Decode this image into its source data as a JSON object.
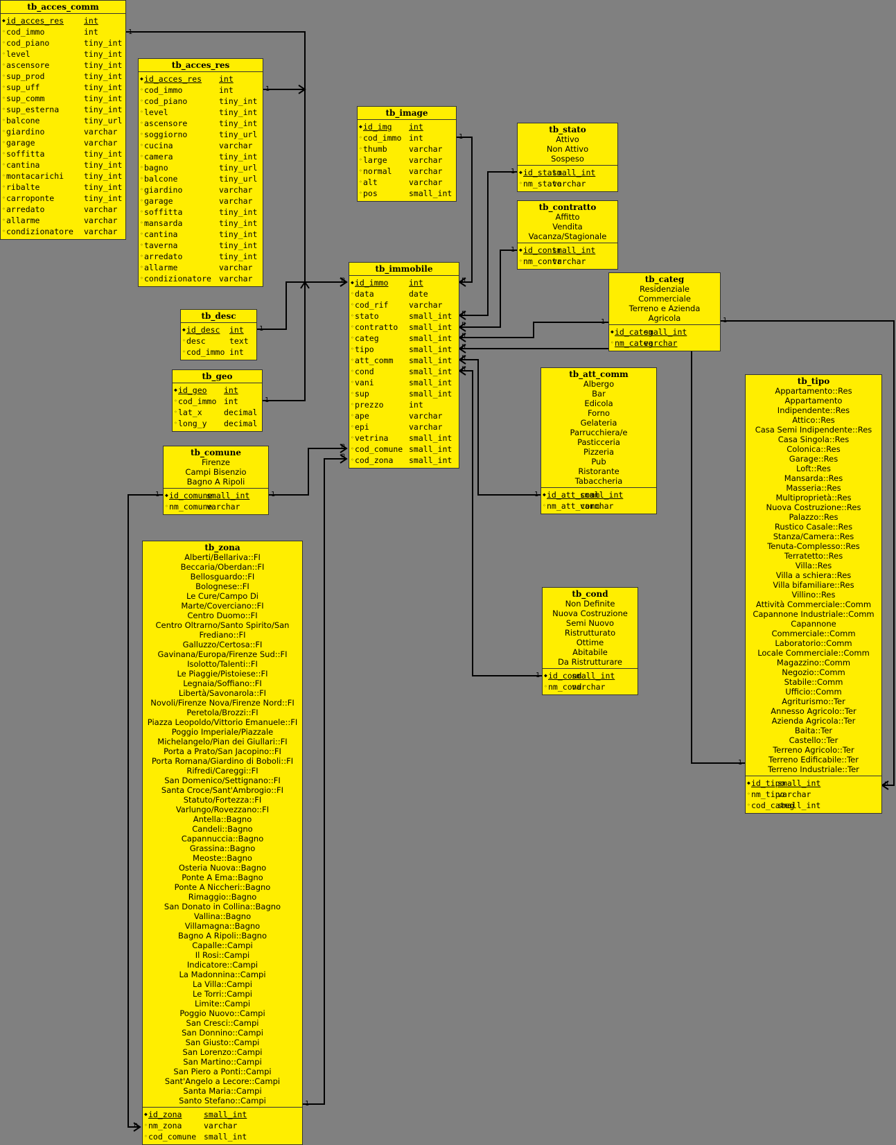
{
  "entities": {
    "tb_acces_comm": {
      "title": "tb_acces_comm",
      "fields": [
        {
          "name": "id_acces_res",
          "type": "int",
          "pk": true,
          "mark": "◆"
        },
        {
          "name": "cod_immo",
          "type": "int",
          "mark": "◦"
        },
        {
          "name": "cod_piano",
          "type": "tiny_int",
          "mark": "◦"
        },
        {
          "name": "level",
          "type": "tiny_int",
          "mark": "◦"
        },
        {
          "name": "ascensore",
          "type": "tiny_int",
          "mark": "◦"
        },
        {
          "name": "sup_prod",
          "type": "tiny_int",
          "mark": "◦"
        },
        {
          "name": "sup_uff",
          "type": "tiny_int",
          "mark": "◦"
        },
        {
          "name": "sup_comm",
          "type": "tiny_int",
          "mark": "◦"
        },
        {
          "name": "sup_esterna",
          "type": "tiny_int",
          "mark": "◦"
        },
        {
          "name": "balcone",
          "type": "tiny_url",
          "mark": "◦"
        },
        {
          "name": "giardino",
          "type": "varchar",
          "mark": "◦"
        },
        {
          "name": "garage",
          "type": "varchar",
          "mark": "◦"
        },
        {
          "name": "soffitta",
          "type": "tiny_int",
          "mark": "◦"
        },
        {
          "name": "cantina",
          "type": "tiny_int",
          "mark": "◦"
        },
        {
          "name": "montacarichi",
          "type": "tiny_int",
          "mark": "◦"
        },
        {
          "name": "ribalte",
          "type": "tiny_int",
          "mark": "◦"
        },
        {
          "name": "carroponte",
          "type": "tiny_int",
          "mark": "◦"
        },
        {
          "name": "arredato",
          "type": "varchar",
          "mark": "◦"
        },
        {
          "name": "allarme",
          "type": "varchar",
          "mark": "◦"
        },
        {
          "name": "condizionatore",
          "type": "varchar",
          "mark": "◦"
        }
      ]
    },
    "tb_acces_res": {
      "title": "tb_acces_res",
      "fields": [
        {
          "name": "id_acces_res",
          "type": "int",
          "pk": true,
          "mark": "◆"
        },
        {
          "name": "cod_immo",
          "type": "int",
          "mark": "◦"
        },
        {
          "name": "cod_piano",
          "type": "tiny_int",
          "mark": "◦"
        },
        {
          "name": "level",
          "type": "tiny_int",
          "mark": "◦"
        },
        {
          "name": "ascensore",
          "type": "tiny_int",
          "mark": "◦"
        },
        {
          "name": "soggiorno",
          "type": "tiny_url",
          "mark": "◦"
        },
        {
          "name": "cucina",
          "type": "varchar",
          "mark": "◦"
        },
        {
          "name": "camera",
          "type": "tiny_int",
          "mark": "◦"
        },
        {
          "name": "bagno",
          "type": "tiny_url",
          "mark": "◦"
        },
        {
          "name": "balcone",
          "type": "tiny_url",
          "mark": "◦"
        },
        {
          "name": "giardino",
          "type": "varchar",
          "mark": "◦"
        },
        {
          "name": "garage",
          "type": "varchar",
          "mark": "◦"
        },
        {
          "name": "soffitta",
          "type": "tiny_int",
          "mark": "◦"
        },
        {
          "name": "mansarda",
          "type": "tiny_int",
          "mark": "◦"
        },
        {
          "name": "cantina",
          "type": "tiny_int",
          "mark": "◦"
        },
        {
          "name": "taverna",
          "type": "tiny_int",
          "mark": "◦"
        },
        {
          "name": "arredato",
          "type": "tiny_int",
          "mark": "◦"
        },
        {
          "name": "allarme",
          "type": "varchar",
          "mark": "◦"
        },
        {
          "name": "condizionatore",
          "type": "varchar",
          "mark": "◦"
        }
      ]
    },
    "tb_image": {
      "title": "tb_image",
      "fields": [
        {
          "name": "id_img",
          "type": "int",
          "pk": true,
          "mark": "◆"
        },
        {
          "name": "cod_immo",
          "type": "int",
          "mark": "◦"
        },
        {
          "name": "thumb",
          "type": "varchar",
          "mark": "◦"
        },
        {
          "name": "large",
          "type": "varchar",
          "mark": "◦"
        },
        {
          "name": "normal",
          "type": "varchar",
          "mark": "◦"
        },
        {
          "name": "alt",
          "type": "varchar",
          "mark": "◦"
        },
        {
          "name": "pos",
          "type": "small_int",
          "mark": "◦"
        }
      ]
    },
    "tb_stato": {
      "title": "tb_stato",
      "values": [
        "Attivo",
        "Non Attivo",
        "Sospeso"
      ],
      "fields": [
        {
          "name": "id_stato",
          "type": "small_int",
          "pk": true,
          "mark": "◆"
        },
        {
          "name": "nm_stato",
          "type": "varchar",
          "mark": "◦"
        }
      ]
    },
    "tb_contratto": {
      "title": "tb_contratto",
      "values": [
        "Affitto",
        "Vendita",
        "Vacanza/Stagionale"
      ],
      "fields": [
        {
          "name": "id_contr",
          "type": "small_int",
          "pk": true,
          "mark": "◆"
        },
        {
          "name": "nm_contr",
          "type": "varchar",
          "mark": "◦"
        }
      ]
    },
    "tb_categ": {
      "title": "tb_categ",
      "values": [
        "Residenziale",
        "Commerciale",
        "Terreno e Azienda Agricola"
      ],
      "fields": [
        {
          "name": "id_categ",
          "type": "small_int",
          "pk": true,
          "mark": "◆"
        },
        {
          "name": "nm_categ",
          "type": "varchar",
          "pk": true,
          "mark": "◦"
        }
      ]
    },
    "tb_immobile": {
      "title": "tb_immobile",
      "fields": [
        {
          "name": "id_immo",
          "type": "int",
          "pk": true,
          "mark": "◆"
        },
        {
          "name": "data",
          "type": "date",
          "mark": "◦"
        },
        {
          "name": "cod_rif",
          "type": "varchar",
          "mark": "◦"
        },
        {
          "name": "stato",
          "type": "small_int",
          "mark": "◦"
        },
        {
          "name": "contratto",
          "type": "small_int",
          "mark": "◦"
        },
        {
          "name": "categ",
          "type": "small_int",
          "mark": "◦"
        },
        {
          "name": "tipo",
          "type": "small_int",
          "mark": "◦"
        },
        {
          "name": "att_comm",
          "type": "small_int",
          "mark": "◦"
        },
        {
          "name": "cond",
          "type": "small_int",
          "mark": "◦"
        },
        {
          "name": "vani",
          "type": "small_int",
          "mark": "◦"
        },
        {
          "name": "sup",
          "type": "small_int",
          "mark": "◦"
        },
        {
          "name": "prezzo",
          "type": "int",
          "mark": "◦"
        },
        {
          "name": "ape",
          "type": "varchar",
          "mark": "◦"
        },
        {
          "name": "epi",
          "type": "varchar",
          "mark": "◦"
        },
        {
          "name": "vetrina",
          "type": "small_int",
          "mark": "◦"
        },
        {
          "name": "cod_comune",
          "type": "small_int",
          "mark": "◦"
        },
        {
          "name": "cod_zona",
          "type": "small_int",
          "mark": "◦"
        }
      ]
    },
    "tb_desc": {
      "title": "tb_desc",
      "fields": [
        {
          "name": "id_desc",
          "type": "int",
          "pk": true,
          "mark": "◆"
        },
        {
          "name": "desc",
          "type": "text",
          "mark": "◦"
        },
        {
          "name": "cod_immo",
          "type": "int",
          "mark": "◦"
        }
      ]
    },
    "tb_geo": {
      "title": "tb_geo",
      "fields": [
        {
          "name": "id_geo",
          "type": "int",
          "pk": true,
          "mark": "◆"
        },
        {
          "name": "cod_immo",
          "type": "int",
          "mark": "◦"
        },
        {
          "name": "lat_x",
          "type": "decimal",
          "mark": "◦"
        },
        {
          "name": "long_y",
          "type": "decimal",
          "mark": "◦"
        }
      ]
    },
    "tb_comune": {
      "title": "tb_comune",
      "values": [
        "Firenze",
        "Campi Bisenzio",
        "Bagno A Ripoli"
      ],
      "fields": [
        {
          "name": "id_comune",
          "type": "small_int",
          "pk": true,
          "mark": "◆"
        },
        {
          "name": "nm_comune",
          "type": "varchar",
          "mark": "◦"
        }
      ]
    },
    "tb_att_comm": {
      "title": "tb_att_comm",
      "values": [
        "Albergo",
        "Bar",
        "Edicola",
        "Forno",
        "Gelateria",
        "Parrucchiera/e",
        "Pasticceria",
        "Pizzeria",
        "Pub",
        "Ristorante",
        "Tabaccheria"
      ],
      "fields": [
        {
          "name": "id_att_comm",
          "type": "small_int",
          "pk": true,
          "mark": "◆"
        },
        {
          "name": "nm_att_comm",
          "type": "varchar",
          "mark": "◦"
        }
      ]
    },
    "tb_cond": {
      "title": "tb_cond",
      "values": [
        "Non Definite",
        "Nuova Costruzione",
        "Semi Nuovo",
        "Ristrutturato",
        "Ottime",
        "Abitabile",
        "Da Ristrutturare"
      ],
      "fields": [
        {
          "name": "id_cond",
          "type": "small_int",
          "pk": true,
          "mark": "◆"
        },
        {
          "name": "nm_cond",
          "type": "varchar",
          "mark": "◦"
        }
      ]
    },
    "tb_tipo": {
      "title": "tb_tipo",
      "values": [
        "Appartamento::Res",
        "Appartamento Indipendente::Res",
        "Attico::Res",
        "Casa Semi Indipendente::Res",
        "Casa Singola::Res",
        "Colonica::Res",
        "Garage::Res",
        "Loft::Res",
        "Mansarda::Res",
        "Masseria::Res",
        "Multiproprietà::Res",
        "Nuova Costruzione::Res",
        "Palazzo::Res",
        "Rustico Casale::Res",
        "Stanza/Camera::Res",
        "Tenuta-Complesso::Res",
        "Terratetto::Res",
        "Villa::Res",
        "Villa a schiera::Res",
        "Villa bifamiliare::Res",
        "Villino::Res",
        "Attività Commerciale::Comm",
        "Capannone Industriale::Comm",
        "Capannone Commerciale::Comm",
        "Laboratorio::Comm",
        "Locale Commerciale::Comm",
        "Magazzino::Comm",
        "Negozio::Comm",
        "Stabile::Comm",
        "Ufficio::Comm",
        "Agriturismo::Ter",
        "Annesso Agricolo::Ter",
        "Azienda Agricola::Ter",
        "Baita::Ter",
        "Castello::Ter",
        "Terreno Agricolo::Ter",
        "Terreno Edificabile::Ter",
        "Terreno Industriale::Ter"
      ],
      "fields": [
        {
          "name": "id_tipo",
          "type": "small_int",
          "pk": true,
          "mark": "◆"
        },
        {
          "name": "nm_tipo",
          "type": "varchar",
          "mark": "◦"
        },
        {
          "name": "cod_categ",
          "type": "small_int",
          "mark": "◦"
        }
      ]
    },
    "tb_zona": {
      "title": "tb_zona",
      "values": [
        "Alberti/Bellariva::FI",
        "Beccaria/Oberdan::FI",
        "Bellosguardo::FI",
        "Bolognese::FI",
        "Le Cure/Campo Di Marte/Coverciano::FI",
        "Centro Duomo::FI",
        "Centro Oltrarno/Santo Spirito/San",
        "Frediano::FI",
        "Galluzzo/Certosa::FI",
        "Gavinana/Europa/Firenze Sud::FI",
        "Isolotto/Talenti::FI",
        "Le Piaggie/Pistoiese::FI",
        "Legnaia/Soffiano::FI",
        "Libertà/Savonarola::FI",
        "Novoli/Firenze Nova/Firenze Nord::FI",
        "Peretola/Brozzi::FI",
        "Piazza Leopoldo/Vittorio Emanuele::FI",
        "Poggio Imperiale/Piazzale",
        "Michelangelo/Pian dei Giullari::FI",
        "Porta a Prato/San Jacopino::FI",
        "Porta Romana/Giardino di Boboli::FI",
        "Rifredi/Careggi::FI",
        "San Domenico/Settignano::FI",
        "Santa Croce/Sant'Ambrogio::FI",
        "Statuto/Fortezza::FI",
        "Varlungo/Rovezzano::FI",
        "Antella::Bagno",
        "Candeli::Bagno",
        "Capannuccia::Bagno",
        "Grassina::Bagno",
        "Meoste::Bagno",
        "Osteria Nuova::Bagno",
        "Ponte A Ema::Bagno",
        "Ponte A Niccheri::Bagno",
        "Rimaggio::Bagno",
        "San Donato in Collina::Bagno",
        "Vallina::Bagno",
        "Villamagna::Bagno",
        "Bagno A Ripoli::Bagno",
        "Capalle::Campi",
        "Il Rosi::Campi",
        "Indicatore::Campi",
        "La Madonnina::Campi",
        "La Villa::Campi",
        "Le Torri::Campi",
        "Limite::Campi",
        "Poggio Nuovo::Campi",
        "San Cresci::Campi",
        "San Donnino::Campi",
        "San Giusto::Campi",
        "San Lorenzo::Campi",
        "San Martino::Campi",
        "San Piero a Ponti::Campi",
        "Sant'Angelo a Lecore::Campi",
        "Santa Maria::Campi",
        "Santo Stefano::Campi"
      ],
      "fields": [
        {
          "name": "id_zona",
          "type": "small_int",
          "pk": true,
          "mark": "◆"
        },
        {
          "name": "nm_zona",
          "type": "varchar",
          "mark": "◦"
        },
        {
          "name": "cod_comune",
          "type": "small_int",
          "mark": "◦"
        }
      ]
    }
  },
  "relations": [
    {
      "from": "tb_acces_comm",
      "to": "tb_immobile",
      "from_card": "1",
      "to_card": "n"
    },
    {
      "from": "tb_acces_res",
      "to": "tb_immobile",
      "from_card": "1",
      "to_card": "n"
    },
    {
      "from": "tb_desc",
      "to": "tb_immobile",
      "from_card": "1",
      "to_card": "n"
    },
    {
      "from": "tb_geo",
      "to": "tb_immobile",
      "from_card": "1",
      "to_card": "n"
    },
    {
      "from": "tb_image",
      "to": "tb_immobile",
      "from_card": "1",
      "to_card": "n"
    },
    {
      "from": "tb_stato",
      "to": "tb_immobile",
      "from_card": "1",
      "to_card": "n"
    },
    {
      "from": "tb_contratto",
      "to": "tb_immobile",
      "from_card": "1",
      "to_card": "n"
    },
    {
      "from": "tb_categ",
      "to": "tb_immobile",
      "from_card": "1",
      "to_card": "n"
    },
    {
      "from": "tb_tipo",
      "to": "tb_immobile",
      "from_card": "1",
      "to_card": "n"
    },
    {
      "from": "tb_att_comm",
      "to": "tb_immobile",
      "from_card": "1",
      "to_card": "n"
    },
    {
      "from": "tb_cond",
      "to": "tb_immobile",
      "from_card": "1",
      "to_card": "n"
    },
    {
      "from": "tb_comune",
      "to": "tb_immobile",
      "from_card": "1",
      "to_card": "n"
    },
    {
      "from": "tb_zona",
      "to": "tb_immobile",
      "from_card": "1",
      "to_card": "n"
    },
    {
      "from": "tb_comune",
      "to": "tb_zona",
      "from_card": "1",
      "to_card": "n"
    },
    {
      "from": "tb_categ",
      "to": "tb_tipo",
      "from_card": "1",
      "to_card": "n"
    }
  ],
  "colors": {
    "background": "#808080",
    "entity_fill": "#ffee00",
    "line": "#000000"
  }
}
